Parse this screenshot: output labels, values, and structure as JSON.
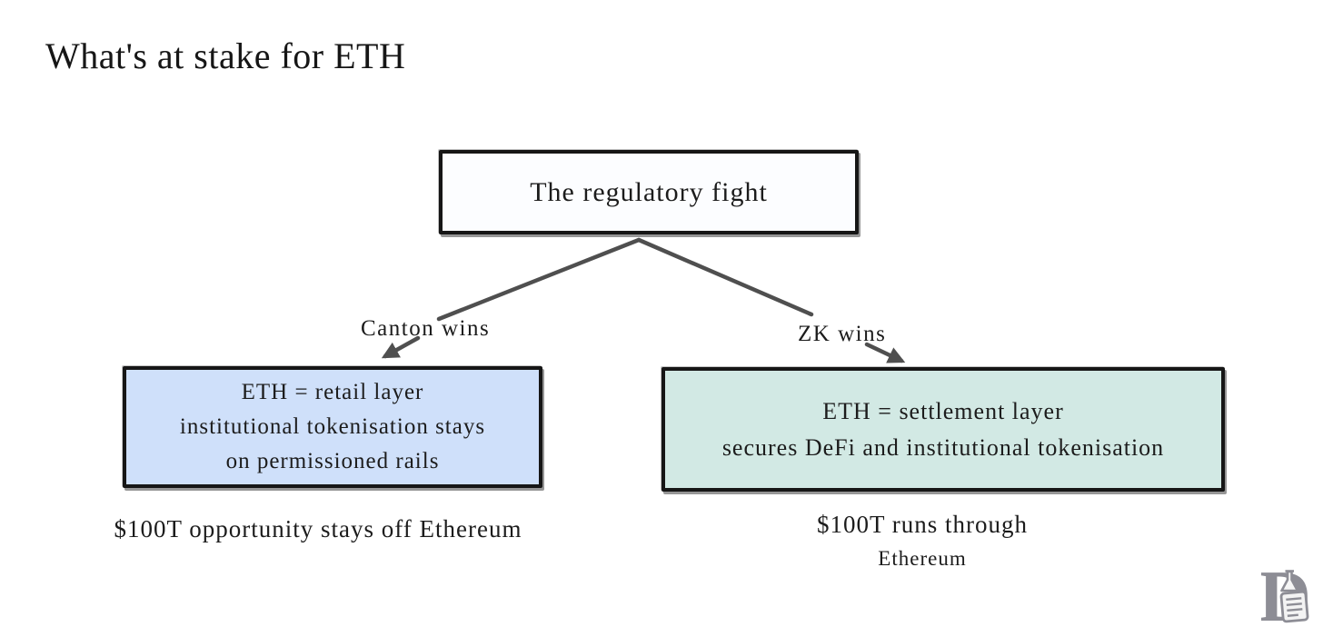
{
  "page": {
    "title": "What's at stake for ETH",
    "background_color": "#ffffff",
    "text_color": "#1c1c1c"
  },
  "diagram": {
    "root_box": {
      "label": "The regulatory fight",
      "fill": "#fcfdff",
      "border_color": "#161616"
    },
    "branches": [
      {
        "label": "Canton wins",
        "box_lines": [
          "ETH = retail layer",
          "institutional tokenisation stays",
          "on permissioned rails"
        ],
        "box_fill": "#cfe0fa",
        "caption_lines": [
          "$100T opportunity stays off Ethereum"
        ]
      },
      {
        "label": "ZK wins",
        "box_lines": [
          "ETH = settlement layer",
          "secures DeFi and institutional tokenisation"
        ],
        "box_fill": "#d2e9e4",
        "caption_lines": [
          "$100T runs through",
          "Ethereum"
        ]
      }
    ],
    "connector_color": "#4f4f4f"
  },
  "logo": {
    "icon": "publisher-monogram-icon",
    "color": "#8d8d95"
  }
}
